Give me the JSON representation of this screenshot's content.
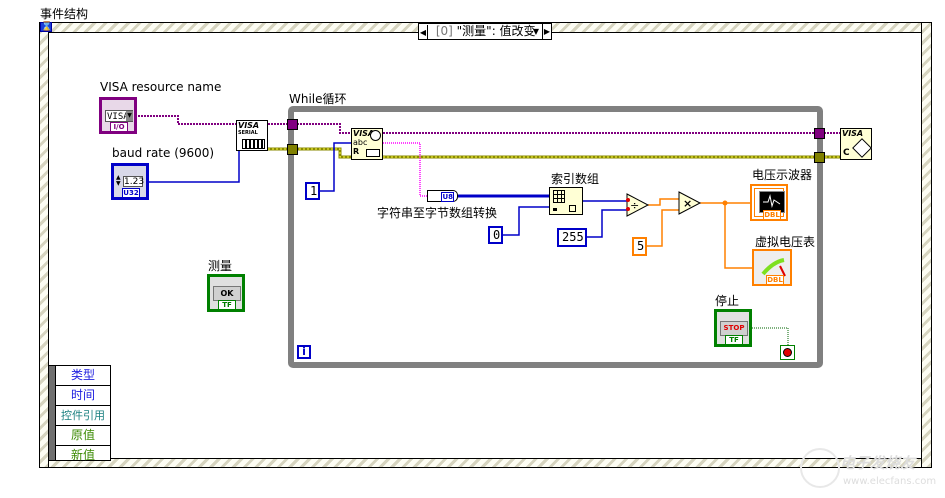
{
  "event_structure": {
    "title": "事件结构",
    "case_selector": {
      "index": "[0]",
      "label": "\"测量\": 值改变"
    },
    "data_node_items": [
      "类型",
      "时间",
      "控件引用",
      "原值",
      "新值"
    ]
  },
  "while_loop": {
    "title": "While循环",
    "iteration_terminal": "i"
  },
  "controls": {
    "visa_resource": {
      "label": "VISA resource name",
      "value": "VISA",
      "type_tag": "I/O"
    },
    "baud_rate": {
      "label": "baud rate (9600)",
      "value": "1.23",
      "type_tag": "U32"
    },
    "measure": {
      "label": "测量",
      "button_text": "OK",
      "type_tag": "TF"
    },
    "stop": {
      "label": "停止",
      "button_text": "STOP",
      "type_tag": "TF"
    }
  },
  "indicators": {
    "oscilloscope": {
      "label": "电压示波器",
      "type_tag": "DBL"
    },
    "voltmeter": {
      "label": "虚拟电压表",
      "type_tag": "DBL"
    }
  },
  "nodes": {
    "visa_configure": {
      "line1": "VISA",
      "line2": "SERIAL"
    },
    "visa_read": {
      "line1": "VISA",
      "line2": "abc",
      "line3": "R"
    },
    "visa_close": {
      "line1": "VISA",
      "line2": "C"
    },
    "string_to_byte_array": {
      "label": "字符串至字节数组转换",
      "tag": "U8"
    },
    "index_array": {
      "label": "索引数组"
    },
    "divide": {
      "symbol": "÷"
    },
    "multiply": {
      "symbol": "×"
    }
  },
  "constants": {
    "bytes_to_read": "1",
    "index": "0",
    "divisor": "255",
    "multiplier": "5"
  },
  "colors": {
    "visa_wire": "#800080",
    "error_wire": "#c8c800",
    "int_wire": "#0000c8",
    "dbl_wire": "#ff8000",
    "string_wire": "#ff00ff",
    "bool_wire": "#006400",
    "loop_frame": "#808080"
  },
  "watermark": {
    "line1": "电子发烧友",
    "line2": "www.elecfans.com"
  }
}
